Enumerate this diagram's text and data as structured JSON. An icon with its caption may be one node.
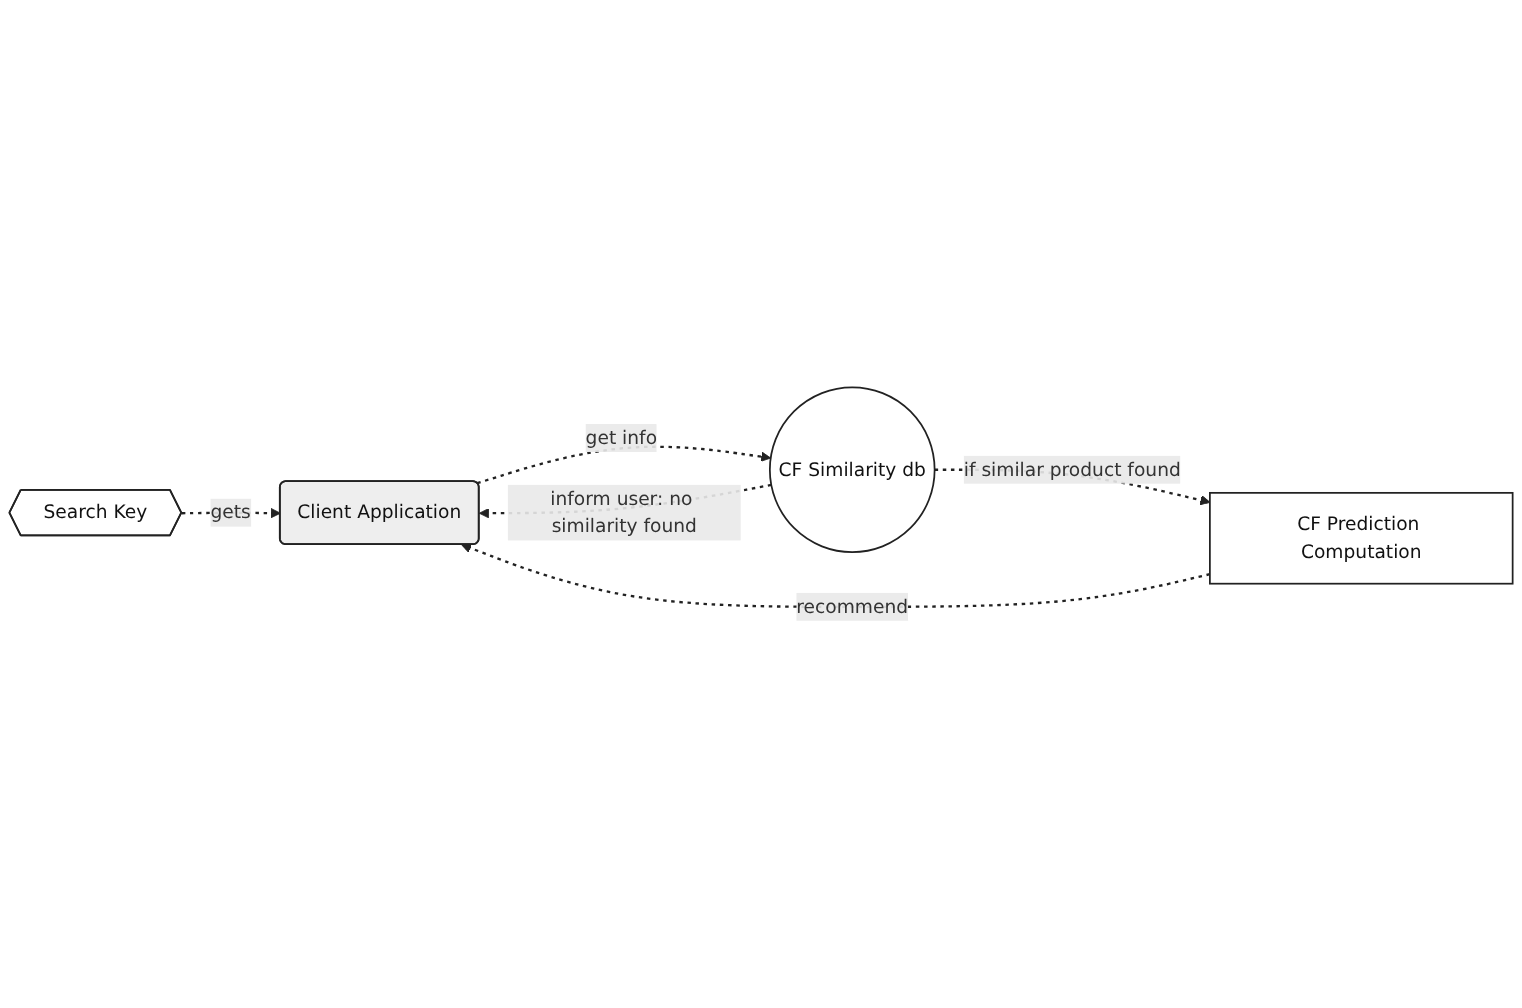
{
  "diagram": {
    "nodes": [
      {
        "text": [
          "Search Key"
        ]
      },
      {
        "text": [
          "Client Application"
        ]
      },
      {
        "text": [
          "CF Similarity db"
        ]
      },
      {
        "text": [
          "CF Prediction Computation"
        ]
      }
    ],
    "edges": [
      {
        "from": 0,
        "to": 1,
        "arrow": "to",
        "label": "gets",
        "style": "dashed"
      },
      {
        "from": 1,
        "to": 2,
        "arrow": "to",
        "label": "get info",
        "style": "dashed"
      },
      {
        "from": 2,
        "to": 3,
        "arrow": "to",
        "label": "if similar product found",
        "style": "dashed"
      },
      {
        "from": 2,
        "to": 1,
        "arrow": "to",
        "label": "inform user: no similarity found",
        "style": "dashed"
      },
      {
        "from": 3,
        "to": 1,
        "arrow": "to",
        "label": "recommend",
        "style": "dashed"
      }
    ]
  }
}
